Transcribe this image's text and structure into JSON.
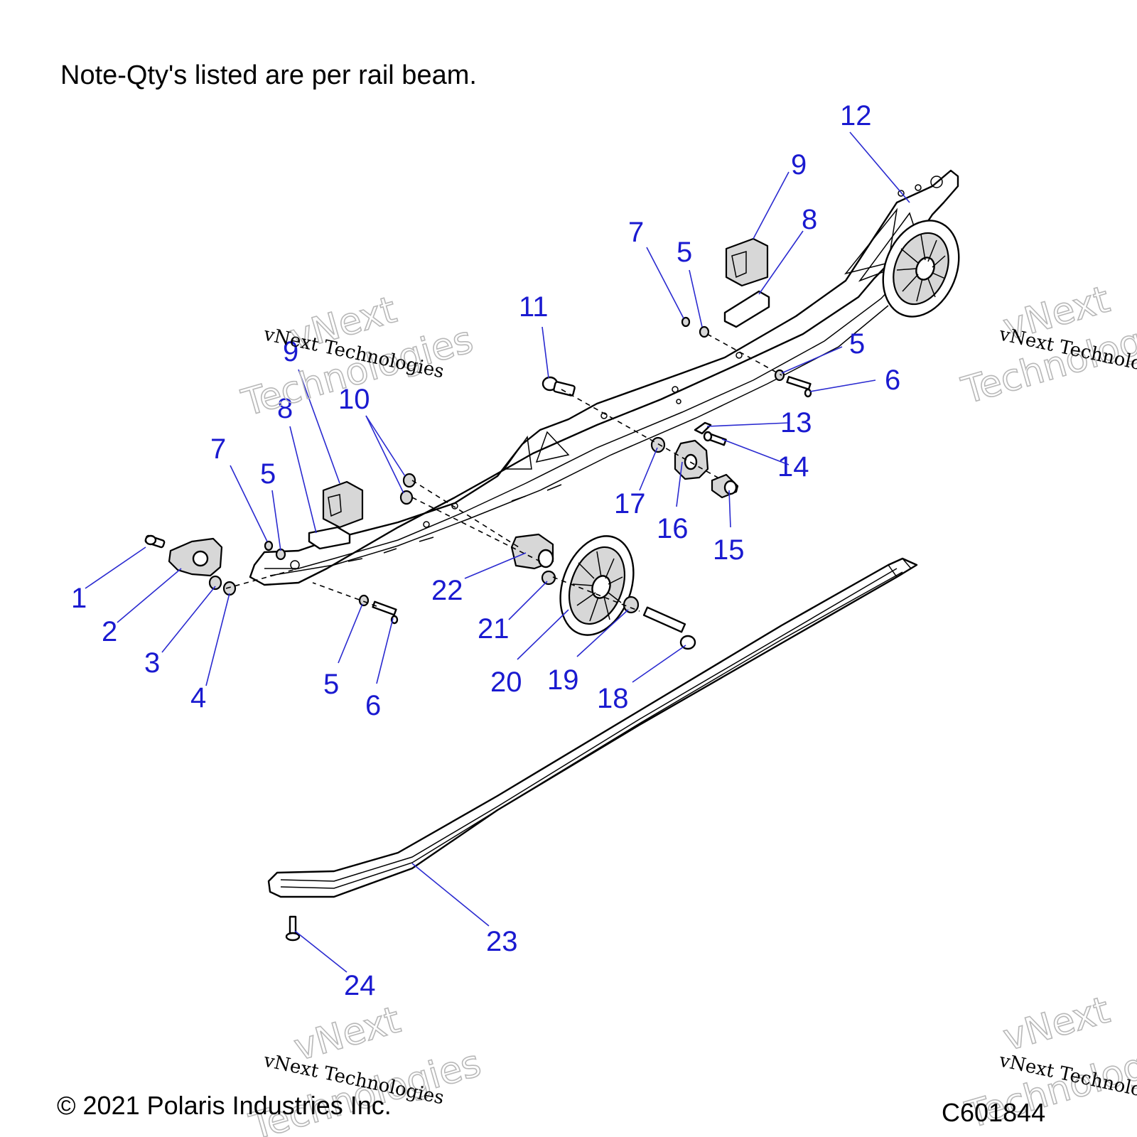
{
  "note": "Note-Qty's listed are per rail beam.",
  "copyright": "© 2021 Polaris Industries Inc.",
  "figure_code": "C601844",
  "watermark": {
    "line1": "vNext",
    "line2": "Technologies",
    "script": "vNext Technologies"
  },
  "callouts": {
    "c1": "1",
    "c2": "2",
    "c3": "3",
    "c4": "4",
    "c5a": "5",
    "c5b": "5",
    "c5c": "5",
    "c5d": "5",
    "c6a": "6",
    "c6b": "6",
    "c7a": "7",
    "c7b": "7",
    "c8a": "8",
    "c8b": "8",
    "c9a": "9",
    "c9b": "9",
    "c10": "10",
    "c11": "11",
    "c12": "12",
    "c13": "13",
    "c14": "14",
    "c15": "15",
    "c16": "16",
    "c17": "17",
    "c18": "18",
    "c19": "19",
    "c20": "20",
    "c21": "21",
    "c22": "22",
    "c23": "23",
    "c24": "24"
  },
  "colors": {
    "callout": "#1a1ad0",
    "line": "#000000",
    "watermark": "#b8b8b8"
  }
}
